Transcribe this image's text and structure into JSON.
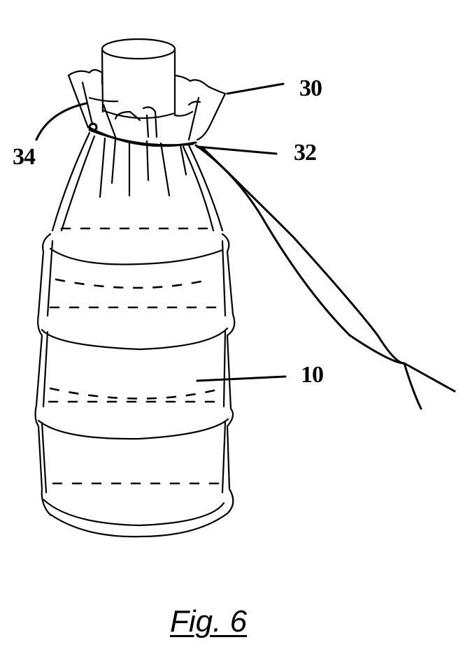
{
  "figure": {
    "caption": "Fig. 6",
    "subject": "bottle in gathered drawstring bag"
  },
  "labels": {
    "bag": "10",
    "bag_top": "30",
    "drawstring": "32",
    "eyelet": "34"
  },
  "colors": {
    "ink": "#000000",
    "background": "#ffffff"
  }
}
